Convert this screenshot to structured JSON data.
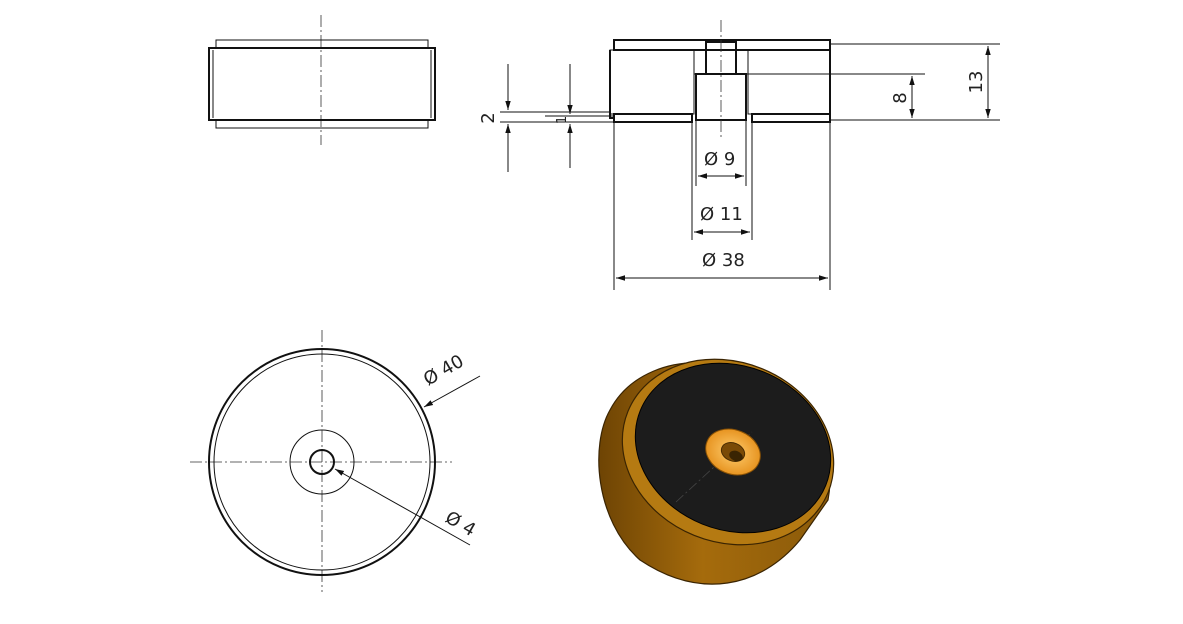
{
  "dimensions": {
    "dia_9": "Ø 9",
    "dia_11": "Ø 11",
    "dia_38": "Ø 38",
    "height_8": "8",
    "height_13": "13",
    "dim_2": "2",
    "dim_1": "1",
    "dia_40": "Ø 40",
    "dia_4": "Ø 4"
  },
  "colors": {
    "rubber_top": "#1c1c1c",
    "brass_side": "#8a5a0a",
    "brass_light": "#c88a16",
    "insert": "#f0a030"
  }
}
